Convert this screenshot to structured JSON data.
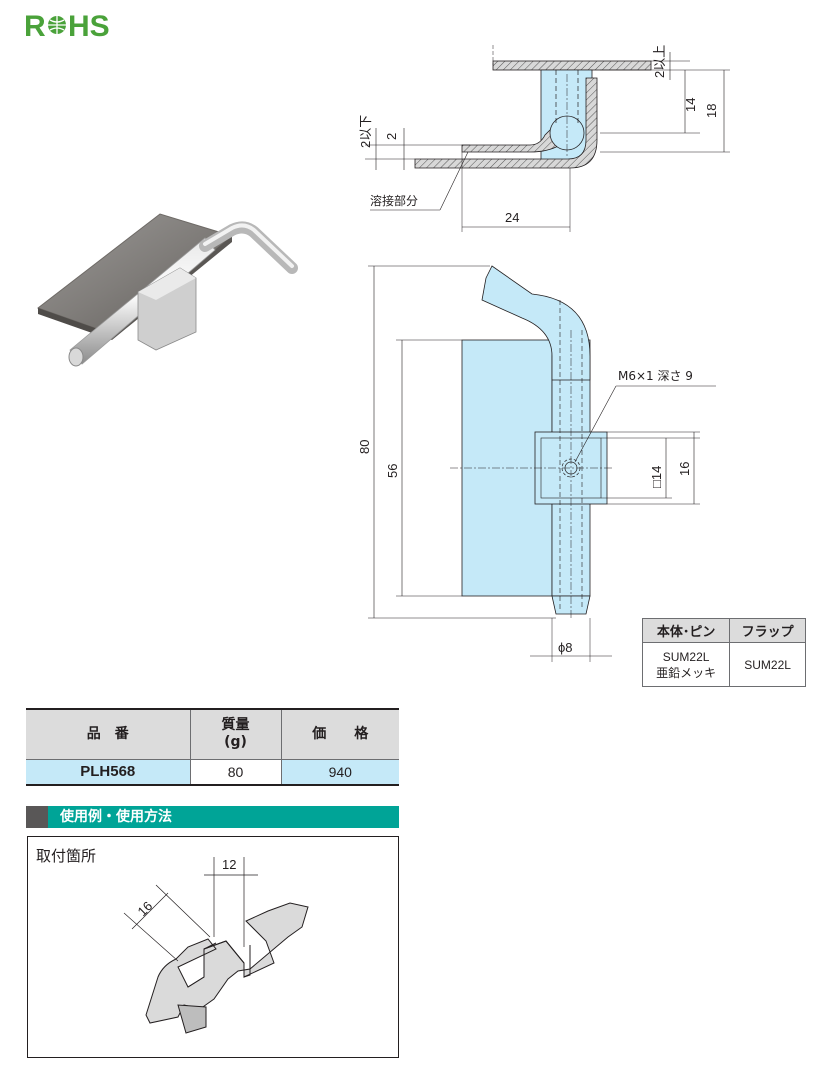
{
  "logo": {
    "text": "RoHS"
  },
  "side_view": {
    "label_min_top": "2以上",
    "label_min_bottom": "2以下",
    "dim_2": "2",
    "dim_14": "14",
    "dim_18": "18",
    "dim_24": "24",
    "weld_label": "溶接部分"
  },
  "front_view": {
    "dim_80": "80",
    "dim_56": "56",
    "dim_sq14": "□14",
    "dim_16": "16",
    "thread_label": "M6×1 深さ 9",
    "dim_phi8": "ϕ8"
  },
  "material_table": {
    "headers": [
      "本体･ピン",
      "フラップ"
    ],
    "body_pin_line1": "SUM22L",
    "body_pin_line2": "亜鉛メッキ",
    "flap": "SUM22L"
  },
  "spec_table": {
    "headers": {
      "part_no": "品　番",
      "weight_line1": "質量",
      "weight_line2": "(g)",
      "price": "価　　格"
    },
    "row": {
      "part_no": "PLH568",
      "weight": "80",
      "price": "940"
    }
  },
  "usage": {
    "section_title": "使用例・使用方法",
    "label": "取付箇所",
    "dim_12": "12",
    "dim_16": "16"
  },
  "colors": {
    "rohs_green": "#4aa23a",
    "section_teal": "#00a497",
    "part_blue": "#c5e9f8",
    "header_gray": "#dcdcdc"
  }
}
